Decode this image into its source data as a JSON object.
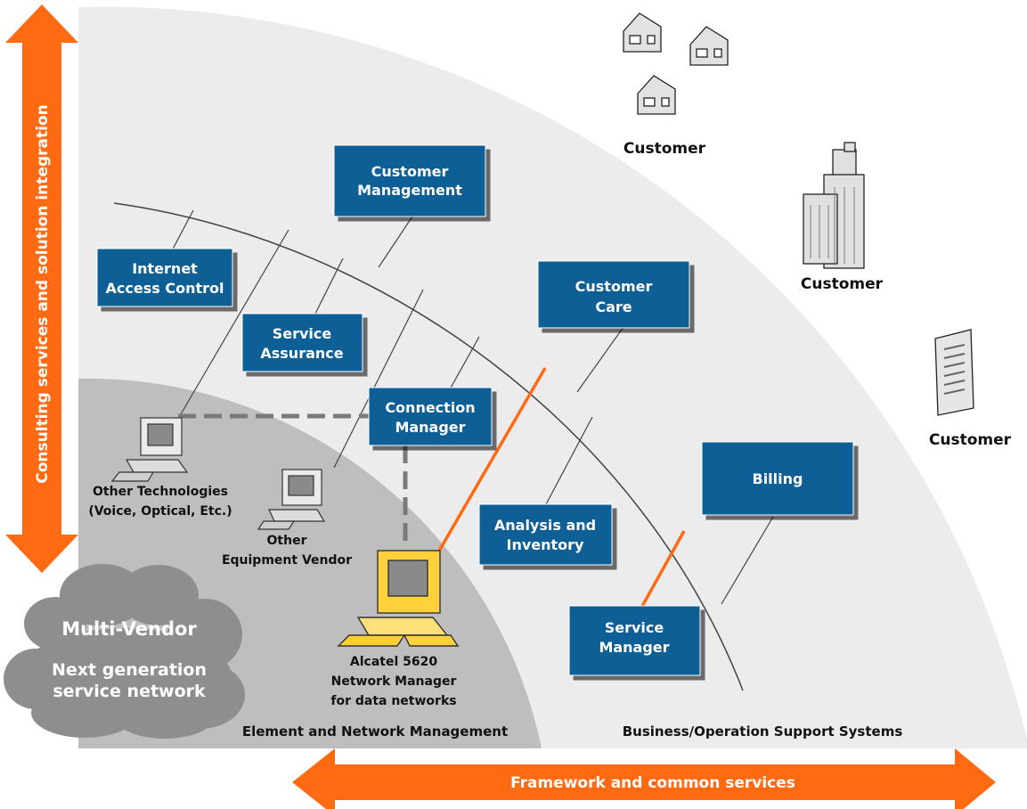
{
  "left_arrow": {
    "label": "Consulting services and solution integration"
  },
  "bottom_arrow": {
    "label": "Framework and common services"
  },
  "cloud": {
    "title": "Multi-Vendor",
    "subtitle_line1": "Next generation",
    "subtitle_line2": "service network"
  },
  "zones": {
    "inner": "Element and Network Management",
    "outer": "Business/Operation Support Systems"
  },
  "boxes": {
    "customer_management": [
      "Customer",
      "Management"
    ],
    "internet_access_control": [
      "Internet",
      "Access Control"
    ],
    "service_assurance": [
      "Service",
      "Assurance"
    ],
    "connection_manager": [
      "Connection",
      "Manager"
    ],
    "customer_care": [
      "Customer",
      "Care"
    ],
    "analysis_inventory": [
      "Analysis and",
      "Inventory"
    ],
    "billing": [
      "Billing"
    ],
    "service_manager": [
      "Service",
      "Manager"
    ]
  },
  "computers": {
    "other_technologies": [
      "Other Technologies",
      "(Voice, Optical, Etc.)"
    ],
    "other_vendor": [
      "Other",
      "Equipment Vendor"
    ],
    "alcatel": [
      "Alcatel 5620",
      "Network Manager",
      "for data networks"
    ]
  },
  "customers": {
    "homes": "Customer",
    "buildings": "Customer",
    "server": "Customer"
  },
  "colors": {
    "box_blue": "#0b5f95",
    "orange": "#ff6a13",
    "quarter_bg": "#ececec",
    "inner_bg": "#bebebe",
    "cloud": "#8e8e8e",
    "computer_yellow": "#ffd23c"
  }
}
